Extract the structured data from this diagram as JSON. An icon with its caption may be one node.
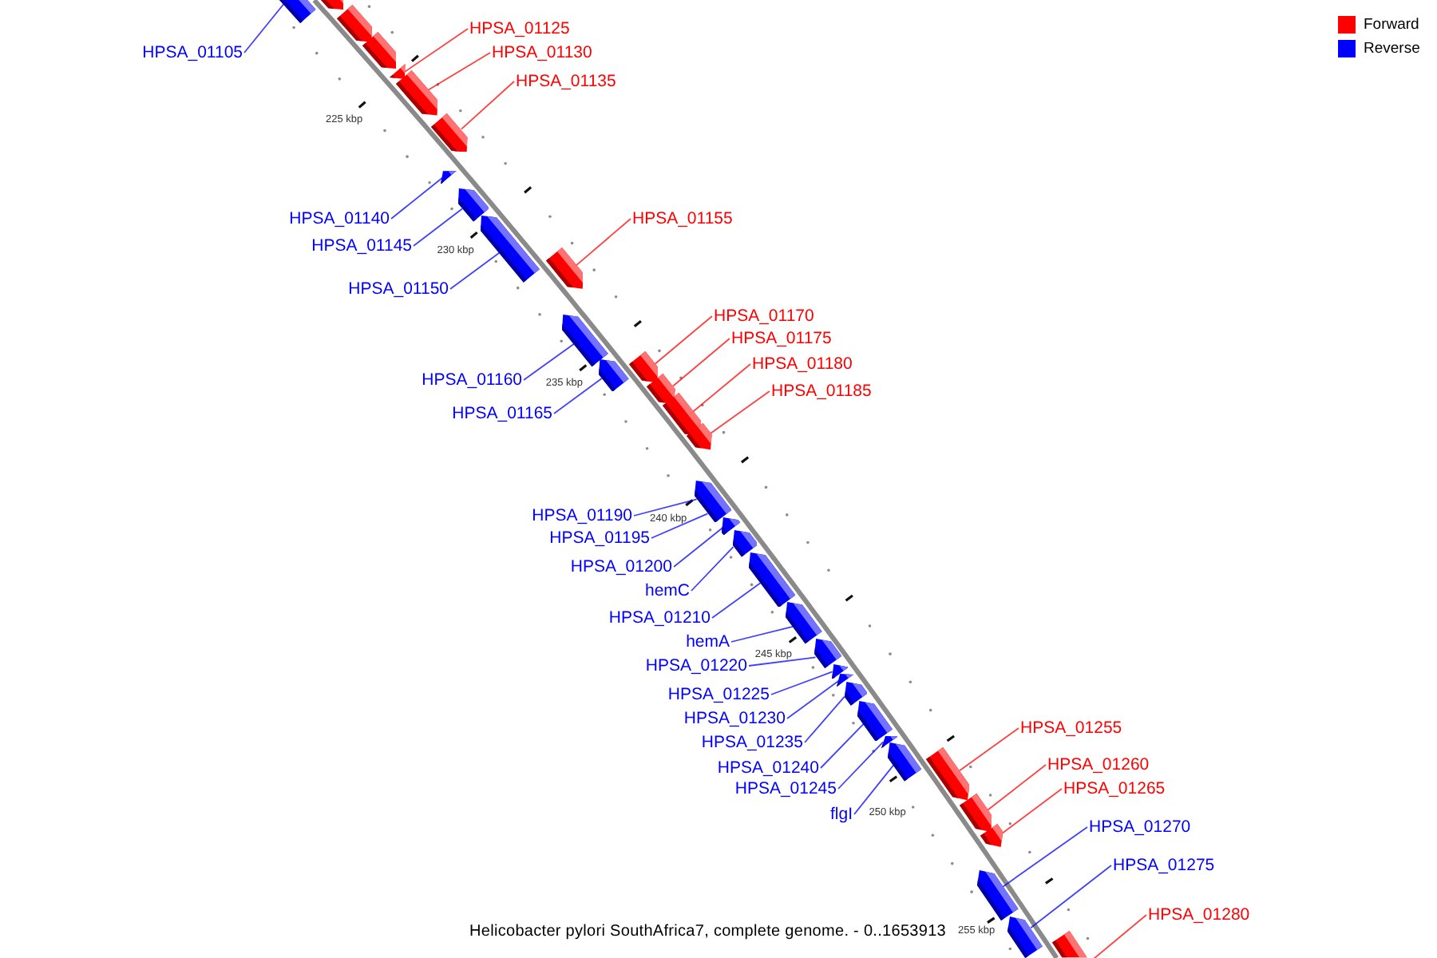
{
  "diagram": {
    "caption": "Helicobacter pylori SouthAfrica7, complete genome. - 0..1653913",
    "nodes": [
      {
        "text": [
          "HPSA_01125"
        ]
      },
      {
        "text": [
          "HPSA_01105"
        ]
      },
      {
        "text": [
          "HPSA_01130"
        ]
      },
      {
        "text": [
          "HPSA_01135"
        ]
      },
      {
        "text": [
          "HPSA_01140"
        ]
      },
      {
        "text": [
          "HPSA_01155"
        ]
      },
      {
        "text": [
          "HPSA_01145"
        ]
      },
      {
        "text": [
          "HPSA_01150"
        ]
      },
      {
        "text": [
          "HPSA_01170"
        ]
      },
      {
        "text": [
          "HPSA_01175"
        ]
      },
      {
        "text": [
          "HPSA_01180"
        ]
      },
      {
        "text": [
          "HPSA_01160"
        ]
      },
      {
        "text": [
          "HPSA_01185"
        ]
      },
      {
        "text": [
          "HPSA_01165"
        ]
      },
      {
        "text": [
          "HPSA_01190"
        ]
      },
      {
        "text": [
          "HPSA_01195"
        ]
      },
      {
        "text": [
          "HPSA_01200"
        ]
      },
      {
        "text": [
          "hemC"
        ]
      },
      {
        "text": [
          "HPSA_01210"
        ]
      },
      {
        "text": [
          "hemA"
        ]
      },
      {
        "text": [
          "HPSA_01220"
        ]
      },
      {
        "text": [
          "HPSA_01225"
        ]
      },
      {
        "text": [
          "HPSA_01230"
        ]
      },
      {
        "text": [
          "HPSA_01255"
        ]
      },
      {
        "text": [
          "HPSA_01235"
        ]
      },
      {
        "text": [
          "HPSA_01260"
        ]
      },
      {
        "text": [
          "HPSA_01240"
        ]
      },
      {
        "text": [
          "HPSA_01245"
        ]
      },
      {
        "text": [
          "HPSA_01265"
        ]
      },
      {
        "text": [
          "flgI"
        ]
      },
      {
        "text": [
          "HPSA_01270"
        ]
      },
      {
        "text": [
          "HPSA_01275"
        ]
      },
      {
        "text": [
          "HPSA_01280"
        ]
      },
      {
        "text": [],
        "shape": "bar"
      },
      {
        "text": [],
        "shape": "bar"
      },
      {
        "text": [],
        "shape": "bar"
      },
      {
        "text": [],
        "shape": "bar"
      },
      {
        "text": [],
        "shape": "bar"
      },
      {
        "text": [],
        "shape": "bar"
      },
      {
        "text": [],
        "shape": "bar"
      },
      {
        "text": [],
        "shape": "bar"
      },
      {
        "text": [],
        "shape": "bar"
      },
      {
        "text": [],
        "shape": "bar"
      },
      {
        "text": [],
        "shape": "bar"
      },
      {
        "text": [],
        "shape": "bar"
      },
      {
        "text": [],
        "shape": "bar"
      },
      {
        "text": [],
        "shape": "bar"
      },
      {
        "text": [],
        "shape": "bar"
      },
      {
        "text": [],
        "shape": "bar"
      },
      {
        "text": [],
        "shape": "bar"
      },
      {
        "text": [],
        "shape": "bar"
      },
      {
        "text": [],
        "shape": "bar"
      },
      {
        "text": [],
        "shape": "bar"
      },
      {
        "text": [],
        "shape": "bar"
      },
      {
        "text": [],
        "shape": "bar"
      },
      {
        "text": [],
        "shape": "bar"
      },
      {
        "text": [],
        "shape": "bar"
      },
      {
        "text": [],
        "shape": "bar"
      },
      {
        "text": [],
        "shape": "bar"
      },
      {
        "text": [],
        "shape": "bar"
      },
      {
        "text": [],
        "shape": "bar"
      },
      {
        "text": [],
        "shape": "bar"
      },
      {
        "text": [],
        "shape": "bar"
      },
      {
        "text": [],
        "shape": "bar"
      },
      {
        "text": [],
        "shape": "bar"
      },
      {
        "text": [],
        "shape": "bar"
      },
      {
        "text": [],
        "shape": "bar"
      },
      {
        "text": [],
        "shape": "bar"
      }
    ],
    "edges": [
      {
        "from": 0,
        "to": 37,
        "arrow": "none",
        "color": "#ff0000"
      },
      {
        "from": 1,
        "to": 33,
        "arrow": "none"
      },
      {
        "from": 2,
        "to": 38,
        "arrow": "none",
        "color": "#ff0000"
      },
      {
        "from": 3,
        "to": 39,
        "arrow": "none",
        "color": "#ff0000"
      },
      {
        "from": 4,
        "to": 40,
        "arrow": "none"
      },
      {
        "from": 5,
        "to": 43,
        "arrow": "none",
        "color": "#ff0000"
      },
      {
        "from": 6,
        "to": 41,
        "arrow": "none"
      },
      {
        "from": 7,
        "to": 42,
        "arrow": "none"
      },
      {
        "from": 8,
        "to": 46,
        "arrow": "none",
        "color": "#ff0000"
      },
      {
        "from": 9,
        "to": 47,
        "arrow": "none",
        "color": "#ff0000"
      },
      {
        "from": 10,
        "to": 48,
        "arrow": "none",
        "color": "#ff0000"
      },
      {
        "from": 11,
        "to": 44,
        "arrow": "none"
      },
      {
        "from": 12,
        "to": 49,
        "arrow": "none",
        "color": "#ff0000"
      },
      {
        "from": 13,
        "to": 45,
        "arrow": "none"
      },
      {
        "from": 14,
        "to": 50,
        "arrow": "none"
      },
      {
        "from": 15,
        "to": 50,
        "arrow": "none"
      },
      {
        "from": 16,
        "to": 51,
        "arrow": "none"
      },
      {
        "from": 17,
        "to": 52,
        "arrow": "none"
      },
      {
        "from": 18,
        "to": 53,
        "arrow": "none"
      },
      {
        "from": 19,
        "to": 54,
        "arrow": "none"
      },
      {
        "from": 20,
        "to": 55,
        "arrow": "none"
      },
      {
        "from": 21,
        "to": 56,
        "arrow": "none"
      },
      {
        "from": 22,
        "to": 57,
        "arrow": "none"
      },
      {
        "from": 23,
        "to": 62,
        "arrow": "none",
        "color": "#ff0000"
      },
      {
        "from": 24,
        "to": 58,
        "arrow": "none"
      },
      {
        "from": 25,
        "to": 63,
        "arrow": "none",
        "color": "#ff0000"
      },
      {
        "from": 26,
        "to": 59,
        "arrow": "none"
      },
      {
        "from": 27,
        "to": 60,
        "arrow": "none"
      },
      {
        "from": 28,
        "to": 64,
        "arrow": "none",
        "color": "#ff0000"
      },
      {
        "from": 29,
        "to": 61,
        "arrow": "none"
      },
      {
        "from": 30,
        "to": 65,
        "arrow": "none"
      },
      {
        "from": 31,
        "to": 66,
        "arrow": "none"
      },
      {
        "from": 32,
        "to": 67,
        "arrow": "none",
        "color": "#ff0000"
      }
    ],
    "labels": [
      "225 kbp",
      "230 kbp",
      "235 kbp",
      "240 kbp",
      "245 kbp",
      "250 kbp",
      "255 kbp"
    ],
    "legend": [
      {
        "text": "Forward",
        "color": "#ff0000"
      },
      {
        "text": "Reverse",
        "color": "#0000ff"
      }
    ]
  }
}
